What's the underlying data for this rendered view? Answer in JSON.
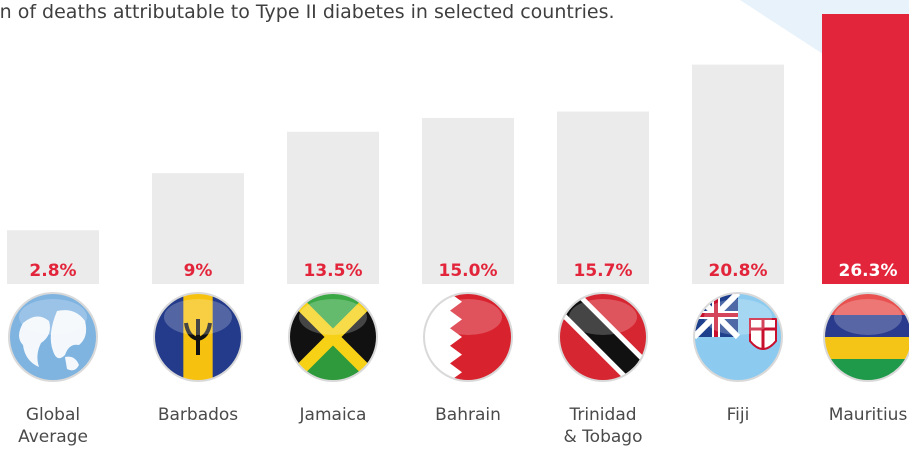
{
  "chart_data": {
    "type": "bar",
    "title": "on of deaths attributable to Type II diabetes in selected countries.",
    "categories": [
      "Global\nAverage",
      "Barbados",
      "Jamaica",
      "Bahrain",
      "Trinidad\n& Tobago",
      "Fiji",
      "Mauritius"
    ],
    "values": [
      2.8,
      9,
      13.5,
      15.0,
      15.7,
      20.8,
      26.3
    ],
    "value_labels": [
      "2.8%",
      "9%",
      "13.5%",
      "15.0%",
      "15.7%",
      "20.8%",
      "26.3%"
    ],
    "ylim": [
      0,
      26.3
    ],
    "grid": false,
    "legend": "none",
    "colors": {
      "bar": "#ebebeb",
      "highlight_bar": "#e3253b",
      "label": "#e3253b",
      "highlight_label": "#ffffff",
      "text": "#4a4a4a",
      "decor": "#e8f2fb"
    },
    "highlight_index": 6
  },
  "flags": [
    {
      "country": "Global Average",
      "icon": "globe-icon"
    },
    {
      "country": "Barbados",
      "icon": "barbados-flag-icon"
    },
    {
      "country": "Jamaica",
      "icon": "jamaica-flag-icon"
    },
    {
      "country": "Bahrain",
      "icon": "bahrain-flag-icon"
    },
    {
      "country": "Trinidad & Tobago",
      "icon": "trinidad-tobago-flag-icon"
    },
    {
      "country": "Fiji",
      "icon": "fiji-flag-icon"
    },
    {
      "country": "Mauritius",
      "icon": "mauritius-flag-icon"
    }
  ]
}
